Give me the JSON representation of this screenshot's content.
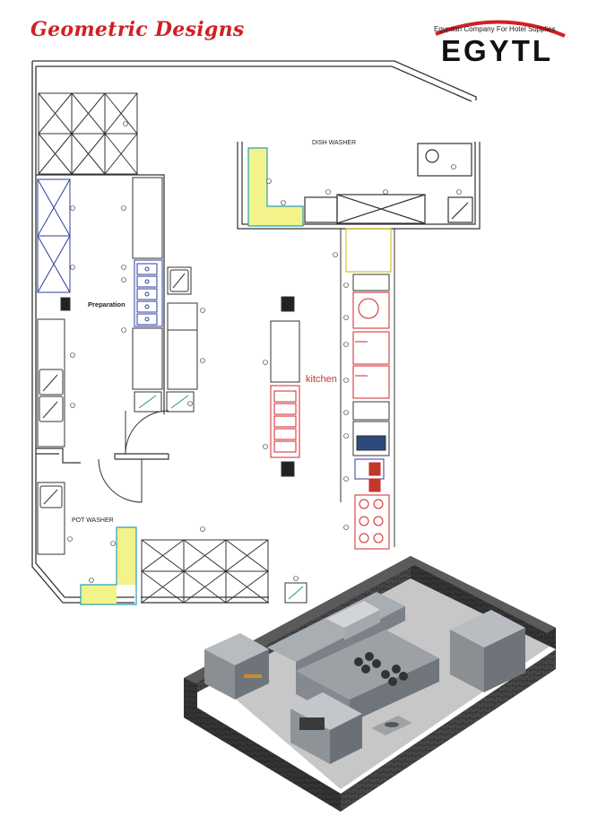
{
  "brand": {
    "title": "Geometric Designs"
  },
  "logo": {
    "tagline": "Egyptian Company For Hotel Supplies",
    "wordmark": "EGYTL",
    "arc_color": "#d21f26"
  },
  "plan": {
    "labels": {
      "dish_washer": "DISH WASHER",
      "preparation": "Preparation",
      "kitchen": "kitchen",
      "pot_washer": "POT WASHER"
    },
    "colors": {
      "walls": "#333333",
      "preparation_equipment": "#2c3e9c",
      "cooking_equipment": "#d0252a",
      "sinks": "#2aa0b8",
      "sink_fill": "#f2f38a",
      "render_walls": "#3d3d3d",
      "render_equipment": "#8f959b"
    }
  }
}
